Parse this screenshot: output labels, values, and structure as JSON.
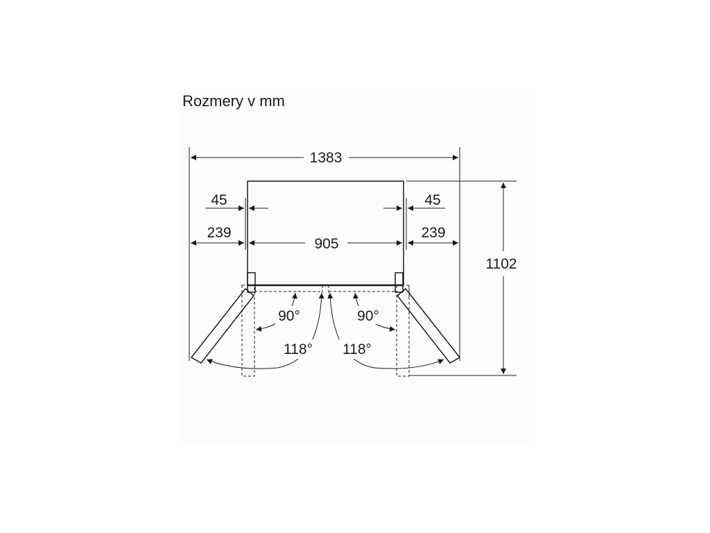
{
  "title": "Rozmery v mm",
  "dimensions": {
    "overall_width": "1383",
    "left_clearance": "45",
    "right_clearance": "45",
    "left_door_width": "239",
    "right_door_width": "239",
    "cabinet_width": "905",
    "depth_with_doors_open": "1102"
  },
  "angles": {
    "left_90": "90°",
    "right_90": "90°",
    "left_118": "118°",
    "right_118": "118°"
  }
}
